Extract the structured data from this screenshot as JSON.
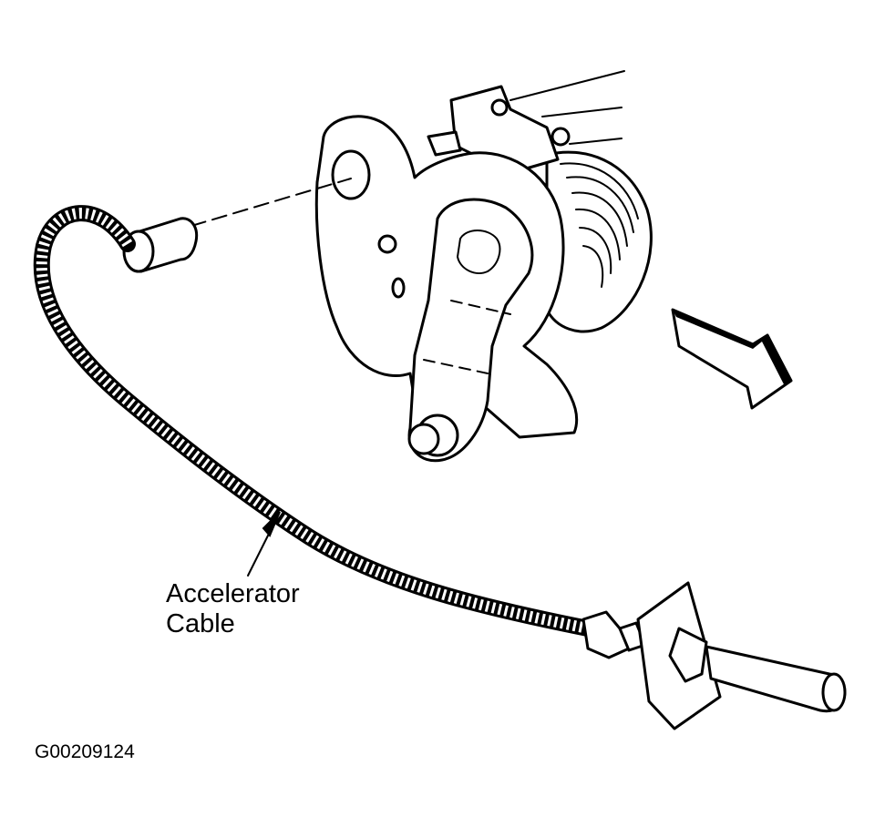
{
  "diagram": {
    "callout": {
      "line1": "Accelerator",
      "line2": "Cable"
    },
    "figure_id": "G00209124"
  }
}
